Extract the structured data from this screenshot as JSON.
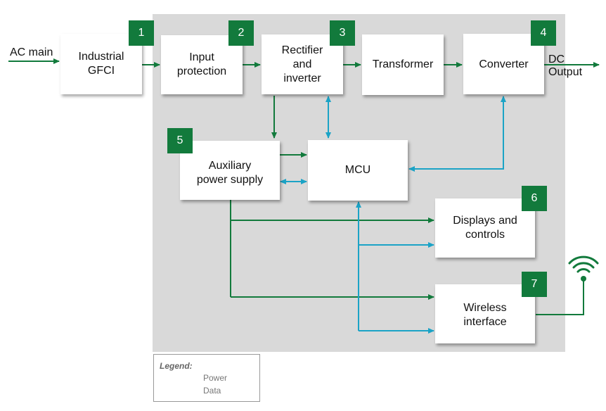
{
  "colors": {
    "power": "#127a3c",
    "data": "#1ba3c6",
    "region": "#d9d9d9",
    "badge": "#127a3c"
  },
  "inputs": {
    "ac_main": "AC main"
  },
  "outputs": {
    "dc_output_line1": "DC",
    "dc_output_line2": "Output"
  },
  "blocks": {
    "gfci": {
      "line1": "Industrial",
      "line2": "GFCI",
      "badge": "1"
    },
    "input_protection": {
      "line1": "Input",
      "line2": "protection",
      "badge": "2"
    },
    "rectifier": {
      "line1": "Rectifier",
      "line2": "and",
      "line3": "inverter",
      "badge": "3"
    },
    "transformer": {
      "line1": "Transformer"
    },
    "converter": {
      "line1": "Converter",
      "badge": "4"
    },
    "aux_power": {
      "line1": "Auxiliary",
      "line2": "power supply",
      "badge": "5"
    },
    "mcu": {
      "line1": "MCU"
    },
    "displays": {
      "line1": "Displays and",
      "line2": "controls",
      "badge": "6"
    },
    "wireless": {
      "line1": "Wireless",
      "line2": "interface",
      "badge": "7"
    }
  },
  "legend": {
    "title": "Legend:",
    "power": "Power",
    "data": "Data"
  },
  "icons": {
    "wireless": "wifi-antenna-icon"
  }
}
